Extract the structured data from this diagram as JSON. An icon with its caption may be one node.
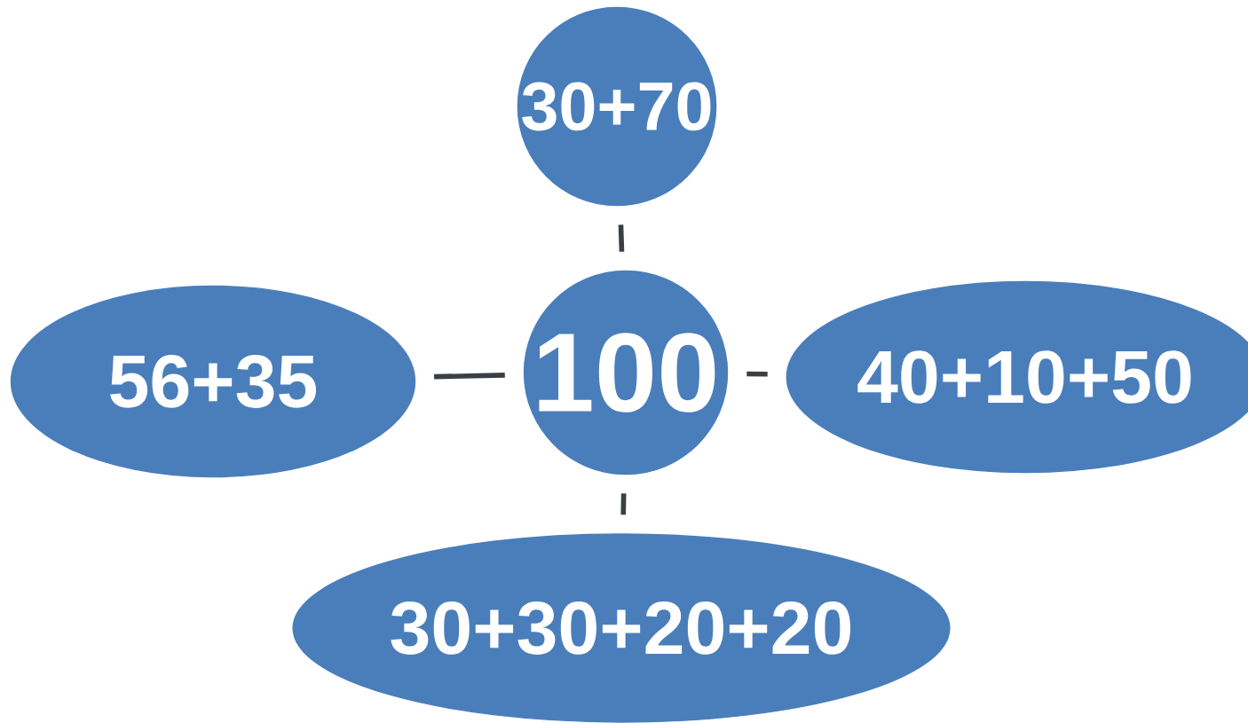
{
  "diagram": {
    "nodes": [
      {
        "text": [
          "30+70"
        ]
      },
      {
        "text": [
          "56+35"
        ]
      },
      {
        "text": [
          "100"
        ]
      },
      {
        "text": [
          "40+10+50"
        ]
      },
      {
        "text": [
          "30+30+20+20"
        ]
      }
    ],
    "edges": [
      {
        "from": 2,
        "to": 0,
        "arrow": "none"
      },
      {
        "from": 2,
        "to": 1,
        "arrow": "none"
      },
      {
        "from": 2,
        "to": 3,
        "arrow": "none"
      },
      {
        "from": 2,
        "to": 4,
        "arrow": "none"
      }
    ]
  }
}
